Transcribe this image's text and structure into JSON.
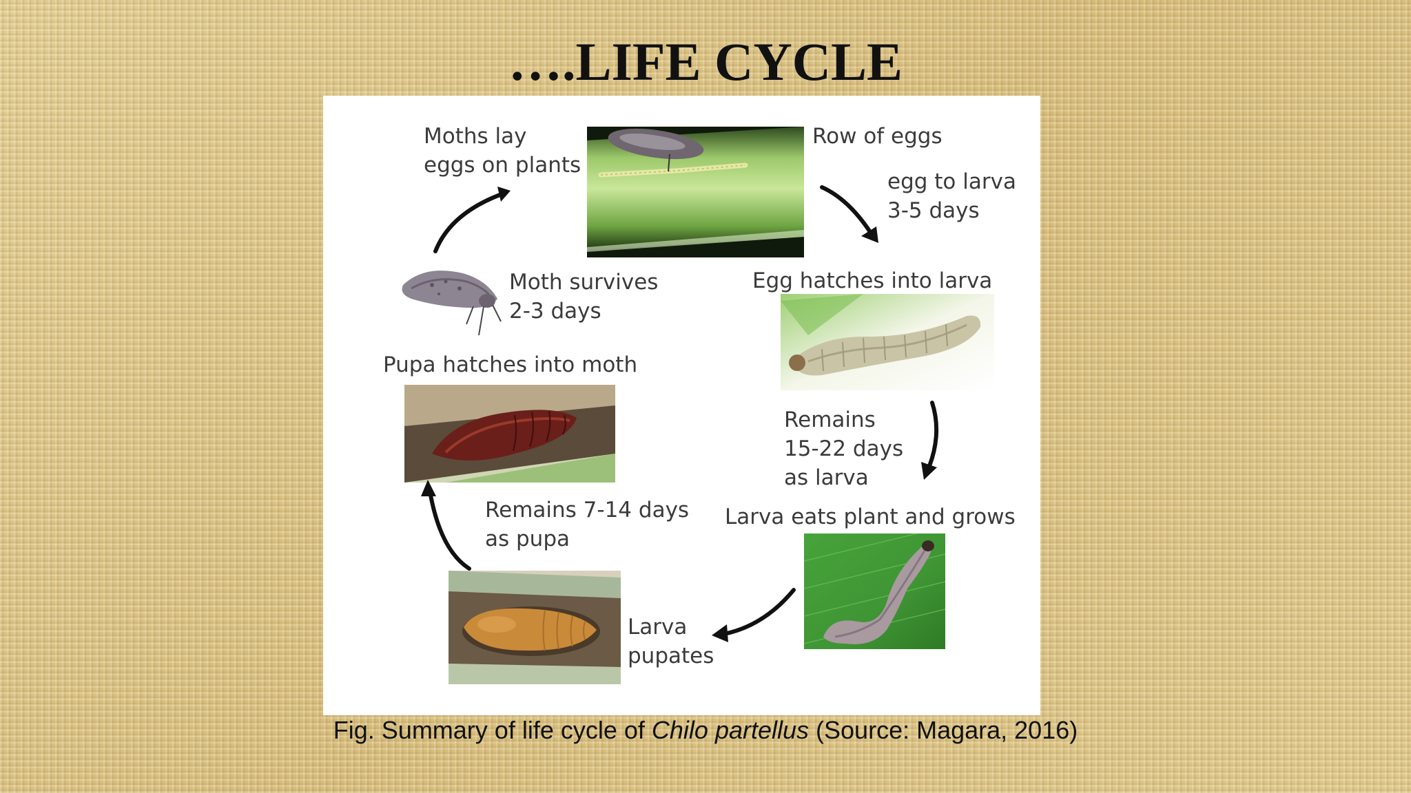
{
  "slide": {
    "title": "….LIFE CYCLE",
    "caption_before": "Fig. Summary of life cycle of ",
    "caption_species": "Chilo partellus",
    "caption_after": " (Source: Magara, 2016)"
  },
  "diagram": {
    "labels": {
      "moths_lay": "Moths lay\neggs on plants",
      "row_of_eggs": "Row of eggs",
      "egg_to_larva": "egg to larva\n3-5 days",
      "egg_hatches": "Egg hatches into larva",
      "remains_larva": "Remains\n15-22 days\nas larva",
      "larva_eats": "Larva eats plant and grows",
      "larva_pupates": "Larva\npupates",
      "remains_pupa": "Remains 7-14 days\nas pupa",
      "pupa_hatches": "Pupa hatches into moth",
      "moth_survives": "Moth survives\n 2-3 days"
    }
  }
}
